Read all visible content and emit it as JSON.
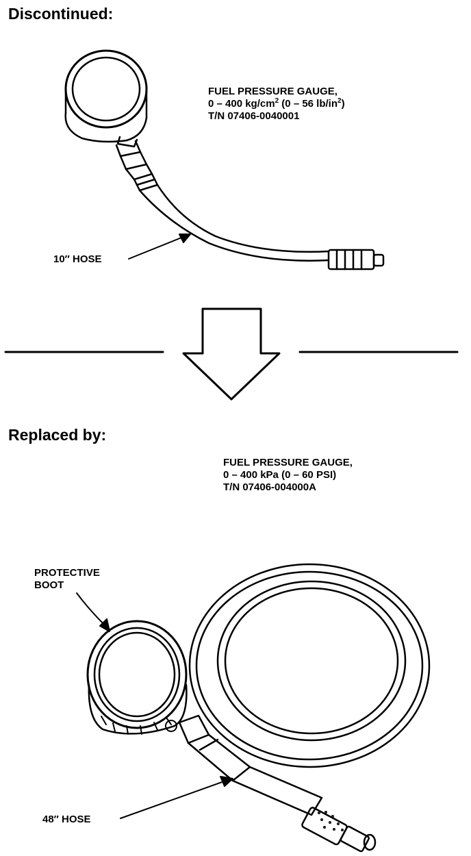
{
  "sections": {
    "old": {
      "heading": "Discontinued:"
    },
    "new": {
      "heading": "Replaced by:"
    }
  },
  "old_tool": {
    "name": "FUEL PRESSURE GAUGE,",
    "range_a": "0 – 400 kg/cm",
    "range_a_exp": "2",
    "range_b": " (0 – 56 lb/in",
    "range_b_exp": "2",
    "range_c": ")",
    "part_number": "T/N 07406-0040001",
    "hose_label": "10″ HOSE"
  },
  "new_tool": {
    "name": "FUEL PRESSURE GAUGE,",
    "range": "0 – 400 kPa (0 – 60 PSI)",
    "part_number": "T/N  07406-004000A",
    "boot_label_line1": "PROTECTIVE",
    "boot_label_line2": "BOOT",
    "hose_label": "48″ HOSE"
  },
  "colors": {
    "ink": "#000000",
    "paper": "#ffffff"
  }
}
